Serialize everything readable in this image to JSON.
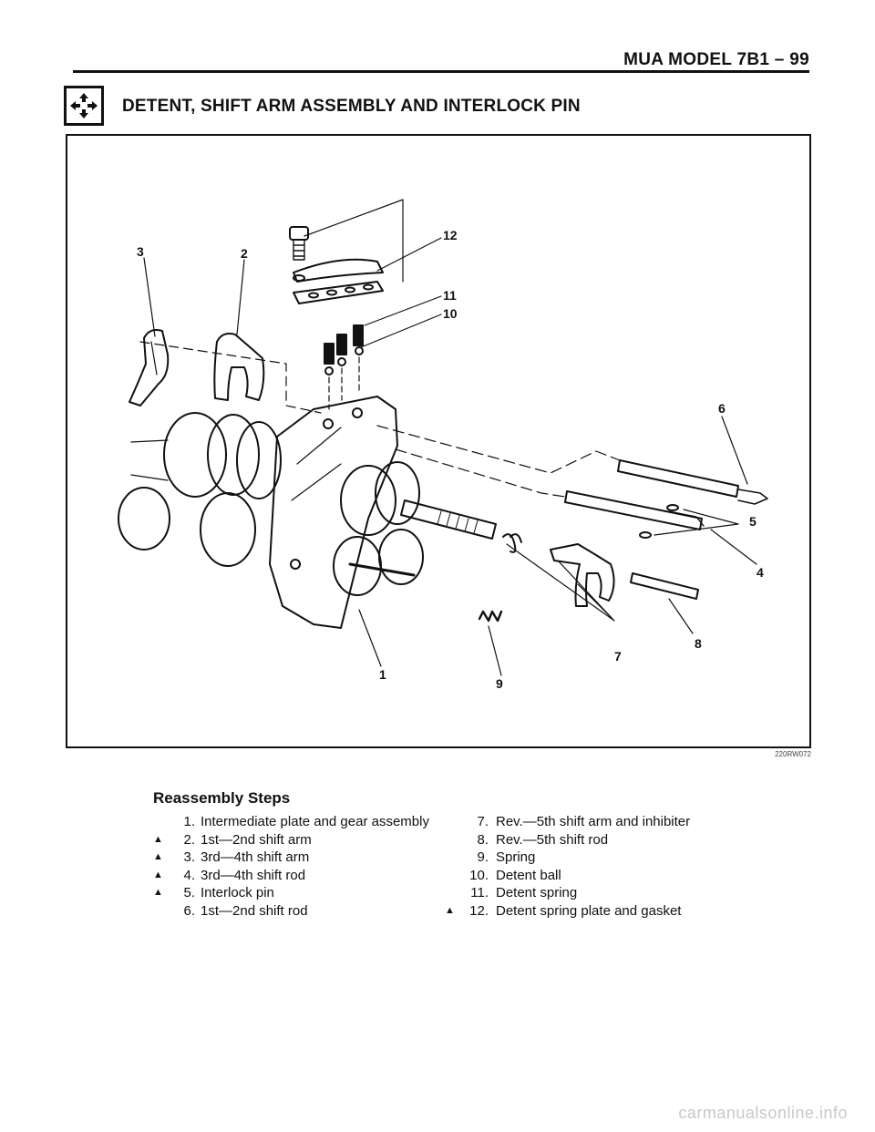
{
  "header": {
    "title": "MUA MODEL 7B1 – 99"
  },
  "section": {
    "icon": "reassembly-arrows-icon",
    "title": "DETENT, SHIFT ARM ASSEMBLY AND INTERLOCK PIN"
  },
  "figure": {
    "code": "220RW072",
    "callouts": [
      "1",
      "2",
      "3",
      "4",
      "5",
      "6",
      "7",
      "8",
      "9",
      "10",
      "11",
      "12"
    ]
  },
  "steps": {
    "heading": "Reassembly Steps",
    "left": [
      {
        "mark": "",
        "num": "1.",
        "text": "Intermediate plate and gear assembly"
      },
      {
        "mark": "▲",
        "num": "2.",
        "text": "1st—2nd shift arm"
      },
      {
        "mark": "▲",
        "num": "3.",
        "text": "3rd—4th shift arm"
      },
      {
        "mark": "▲",
        "num": "4.",
        "text": "3rd—4th shift rod"
      },
      {
        "mark": "▲",
        "num": "5.",
        "text": "Interlock pin"
      },
      {
        "mark": "",
        "num": "6.",
        "text": "1st—2nd shift rod"
      }
    ],
    "right": [
      {
        "mark": "",
        "num": "7.",
        "text": "Rev.—5th shift arm and inhibiter"
      },
      {
        "mark": "",
        "num": "8.",
        "text": "Rev.—5th shift rod"
      },
      {
        "mark": "",
        "num": "9.",
        "text": "Spring"
      },
      {
        "mark": "",
        "num": "10.",
        "text": "Detent ball"
      },
      {
        "mark": "",
        "num": "11.",
        "text": "Detent spring"
      },
      {
        "mark": "▲",
        "num": "12.",
        "text": "Detent spring plate and gasket"
      }
    ]
  },
  "watermark": "carmanualsonline.info"
}
